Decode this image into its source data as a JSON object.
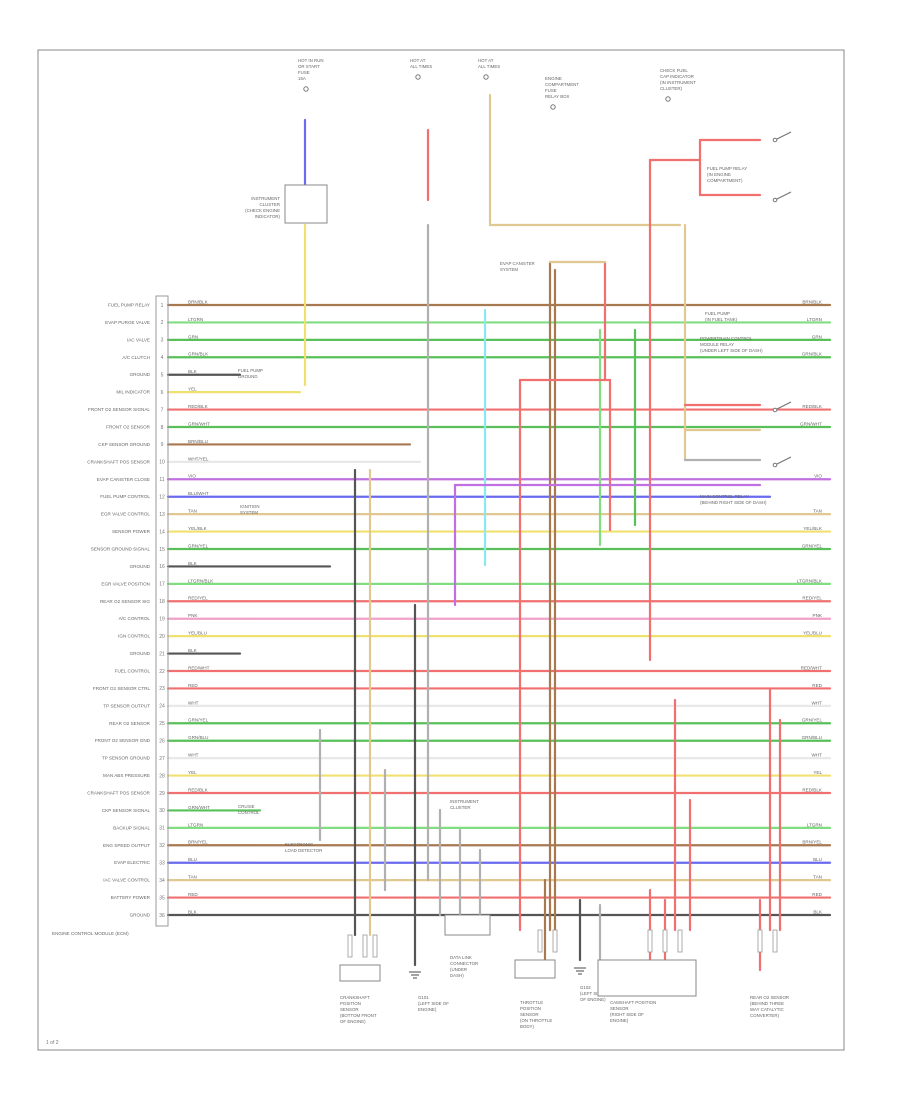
{
  "diagram": {
    "footer_code": "1 of 2",
    "ecm_label": "ENGINE CONTROL MODULE (ECM)",
    "colors": {
      "RED": "#f07070",
      "YEL": "#f0e070",
      "LTGRN": "#80dd80",
      "GRN": "#58c058",
      "BLU": "#6a6aee",
      "LTBLU": "#8ae8f0",
      "PNK": "#f0a0c8",
      "VIO": "#c070e0",
      "TAN": "#e0c890",
      "ORG": "#f0b050",
      "BRN": "#a87850",
      "BLK": "#555555",
      "GRY": "#b0b0b0",
      "WHT": "#e8e8e8"
    },
    "top_sources": [
      {
        "id": "fuse-box",
        "lines": [
          "HOT IN RUN",
          "OR START",
          "FUSE",
          "15A"
        ]
      },
      {
        "id": "hot-at-all-times-1",
        "lines": [
          "HOT AT",
          "ALL TIMES"
        ]
      },
      {
        "id": "hot-at-all-times-2",
        "lines": [
          "HOT AT",
          "ALL TIMES"
        ]
      },
      {
        "id": "engine-compartment",
        "lines": [
          "ENGINE",
          "COMPARTMENT",
          "FUSE",
          "RELAY BOX"
        ]
      },
      {
        "id": "check-fuel-cap",
        "lines": [
          "CHECK FUEL",
          "CAP INDICATOR",
          "(IN INSTRUMENT",
          "CLUSTER)"
        ]
      }
    ],
    "instrument_cluster": {
      "lines": [
        "INSTRUMENT",
        "CLUSTER",
        "(CHECK ENGINE",
        "INDICATOR)"
      ]
    },
    "ecm_pins": [
      {
        "label": "FUEL PUMP RELAY",
        "num": "1",
        "wire": "BRN/BLK"
      },
      {
        "label": "EVAP PURGE VALVE",
        "num": "2",
        "wire": "LTGRN"
      },
      {
        "label": "IAC VALVE",
        "num": "3",
        "wire": "GRN"
      },
      {
        "label": "A/C CLUTCH",
        "num": "4",
        "wire": "GRN/BLK"
      },
      {
        "label": "GROUND",
        "num": "5",
        "wire": "BLK"
      },
      {
        "label": "MIL INDICATOR",
        "num": "6",
        "wire": "YEL"
      },
      {
        "label": "FRONT O2 SENSOR SIGNAL",
        "num": "7",
        "wire": "RED/BLK"
      },
      {
        "label": "FRONT O2 SENSOR",
        "num": "8",
        "wire": "GRN/WHT"
      },
      {
        "label": "CKP SENSOR GROUND",
        "num": "9",
        "wire": "BRN/BLU"
      },
      {
        "label": "CRANKSHAFT POS SENSOR",
        "num": "10",
        "wire": "WHT/YEL"
      },
      {
        "label": "EVAP CANISTER CLOSE",
        "num": "11",
        "wire": "VIO"
      },
      {
        "label": "FUEL PUMP CONTROL",
        "num": "12",
        "wire": "BLU/WHT"
      },
      {
        "label": "EGR VALVE CONTROL",
        "num": "13",
        "wire": "TAN"
      },
      {
        "label": "SENSOR POWER",
        "num": "14",
        "wire": "YEL/BLK"
      },
      {
        "label": "SENSOR GROUND SIGNAL",
        "num": "15",
        "wire": "GRN/YEL"
      },
      {
        "label": "GROUND",
        "num": "16",
        "wire": "BLK"
      },
      {
        "label": "EGR VALVE POSITION",
        "num": "17",
        "wire": "LTGRN/BLK"
      },
      {
        "label": "REAR O2 SENSOR SIG",
        "num": "18",
        "wire": "RED/YEL"
      },
      {
        "label": "A/C CONTROL",
        "num": "19",
        "wire": "PNK"
      },
      {
        "label": "IGN CONTROL",
        "num": "20",
        "wire": "YEL/BLU"
      },
      {
        "label": "GROUND",
        "num": "21",
        "wire": "BLK"
      },
      {
        "label": "FUEL CONTROL",
        "num": "22",
        "wire": "RED/WHT"
      },
      {
        "label": "FRONT O2 SENSOR CTRL",
        "num": "23",
        "wire": "RED"
      },
      {
        "label": "TP SENSOR OUTPUT",
        "num": "24",
        "wire": "WHT"
      },
      {
        "label": "REAR O2 SENSOR",
        "num": "25",
        "wire": "GRN/YEL"
      },
      {
        "label": "FRONT O2 SENSOR GND",
        "num": "26",
        "wire": "GRN/BLU"
      },
      {
        "label": "TP SENSOR GROUND",
        "num": "27",
        "wire": "WHT"
      },
      {
        "label": "MAN ABS PRESSURE",
        "num": "28",
        "wire": "YEL"
      },
      {
        "label": "CRANKSHAFT POS SENSOR",
        "num": "29",
        "wire": "RED/BLK"
      },
      {
        "label": "CKP SENSOR SIGNAL",
        "num": "30",
        "wire": "GRN/WHT"
      },
      {
        "label": "BACKUP SIGNAL",
        "num": "31",
        "wire": "LTGRN"
      },
      {
        "label": "ENG SPEED OUTPUT",
        "num": "32",
        "wire": "BRN/YEL"
      },
      {
        "label": "EVAP ELECTRIC",
        "num": "33",
        "wire": "BLU"
      },
      {
        "label": "IAC VALVE CONTROL",
        "num": "34",
        "wire": "TAN"
      },
      {
        "label": "BATTERY POWER",
        "num": "35",
        "wire": "RED"
      },
      {
        "label": "GROUND",
        "num": "36",
        "wire": "BLK"
      }
    ],
    "right_components": [
      {
        "id": "fuel-pump-relay",
        "lines": [
          "FUEL PUMP RELAY",
          "(IN ENGINE",
          "COMPARTMENT)"
        ]
      },
      {
        "id": "fuel-pump",
        "lines": [
          "FUEL PUMP",
          "(IN FUEL TANK)"
        ]
      },
      {
        "id": "pcm-relay",
        "lines": [
          "POWERTRAIN CONTROL",
          "MODULE RELAY",
          "(UNDER LEFT SIDE OF DASH)"
        ]
      },
      {
        "id": "main-relay",
        "lines": [
          "MAIN CONTROL RELAY",
          "(BEHIND RIGHT SIDE OF DASH)"
        ]
      }
    ],
    "bottom_components": [
      {
        "id": "crankshaft-sensor",
        "lines": [
          "CRANKSHAFT",
          "POSITION",
          "SENSOR",
          "(BOTTOM FRONT",
          "OF ENGINE)"
        ]
      },
      {
        "id": "g101",
        "lines": [
          "G101",
          "(LEFT SIDE OF",
          "ENGINE)"
        ]
      },
      {
        "id": "data-link",
        "lines": [
          "DATA LINK",
          "CONNECTOR",
          "(UNDER",
          "DASH)"
        ]
      },
      {
        "id": "throttle-body",
        "lines": [
          "THROTTLE",
          "POSITION",
          "SENSOR",
          "(ON THROTTLE",
          "BODY)"
        ]
      },
      {
        "id": "g102",
        "lines": [
          "G102",
          "(LEFT SIDE",
          "OF ENGINE)"
        ]
      },
      {
        "id": "camshaft-sensor",
        "lines": [
          "CAMSHAFT POSITION",
          "SENSOR",
          "(RIGHT SIDE OF",
          "ENGINE)"
        ]
      },
      {
        "id": "rear-o2",
        "lines": [
          "REAR O2 SENSOR",
          "(BEHIND THREE",
          "WAY CATALYTIC",
          "CONVERTER)"
        ]
      }
    ],
    "mid_callouts": [
      {
        "id": "evap-canister",
        "lines": [
          "EVAP CANISTER",
          "SYSTEM"
        ]
      },
      {
        "id": "ignition-system",
        "lines": [
          "IGNITION",
          "SYSTEM"
        ]
      },
      {
        "id": "fuel-pump-ground",
        "lines": [
          "FUEL PUMP",
          "GROUND"
        ]
      },
      {
        "id": "instrument-cluster-2",
        "lines": [
          "INSTRUMENT",
          "CLUSTER"
        ]
      },
      {
        "id": "cruise-control",
        "lines": [
          "CRUISE",
          "CONTROL"
        ]
      },
      {
        "id": "electronic-load",
        "lines": [
          "ELECTRONIC",
          "LOAD DETECTOR"
        ]
      }
    ]
  }
}
